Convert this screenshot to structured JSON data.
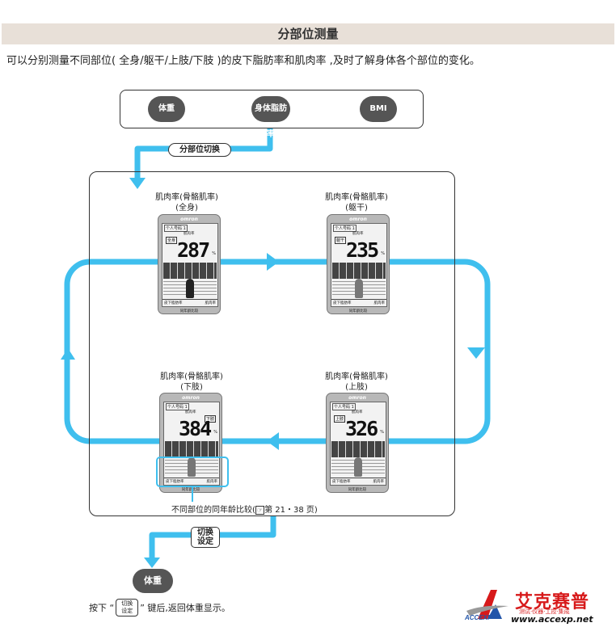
{
  "header": {
    "title": "分部位测量"
  },
  "intro": {
    "text": "可以分别测量不同部位( 全身/躯干/上肢/下肢 )的皮下脂肪率和肌肉率 ,及时了解身体各个部位的变化。"
  },
  "modes": {
    "weight": "体重",
    "body_fat": "身体脂肪率",
    "bmi": "BMI"
  },
  "switch_label": "分部位切换",
  "devices": [
    {
      "caption_line1": "肌肉率(骨骼肌率)",
      "caption_line2": "(全身)",
      "brand": "omron",
      "user": "个人号码 1",
      "param": "肌肉率",
      "part": "全身",
      "value": "287",
      "unit": "%",
      "bottom_left": "皮下脂肪率",
      "bottom_right": "肌肉率",
      "footer": "同年龄比较"
    },
    {
      "caption_line1": "肌肉率(骨骼肌率)",
      "caption_line2": "(躯干)",
      "brand": "omron",
      "user": "个人号码 1",
      "param": "肌肉率",
      "part": "躯干",
      "value": "235",
      "unit": "%",
      "bottom_left": "皮下脂肪率",
      "bottom_right": "肌肉率",
      "footer": "同年龄比较"
    },
    {
      "caption_line1": "肌肉率(骨骼肌率)",
      "caption_line2": "(下肢)",
      "brand": "omron",
      "user": "个人号码 1",
      "param": "肌肉率",
      "part": "下肢",
      "value": "384",
      "unit": "%",
      "bottom_left": "皮下脂肪率",
      "bottom_right": "肌肉率",
      "footer": "同年龄比较"
    },
    {
      "caption_line1": "肌肉率(骨骼肌率)",
      "caption_line2": "(上肢)",
      "brand": "omron",
      "user": "个人号码 1",
      "param": "肌肉率",
      "part": "上肢",
      "value": "326",
      "unit": "%",
      "bottom_left": "皮下脂肪率",
      "bottom_right": "肌肉率",
      "footer": "同年龄比较"
    }
  ],
  "comparison_caption": {
    "prefix": "不同部位的同年龄比较(",
    "ref": "第 21・38 页)"
  },
  "set_key": {
    "line1": "切换",
    "line2": "设定"
  },
  "final_mode": "体重",
  "footnote": {
    "before": "按下 “",
    "after": "” 键后,返回体重显示。"
  },
  "logo": {
    "cn": "艾克赛普",
    "tagline": "测试·仪器·工控·集成",
    "url": "www.accexp.net",
    "mark": "ACCEXP"
  },
  "colors": {
    "flow": "#3fbfee",
    "pill": "#555555",
    "header_bg": "#e8e0d8",
    "logo_red": "#d7191a"
  }
}
